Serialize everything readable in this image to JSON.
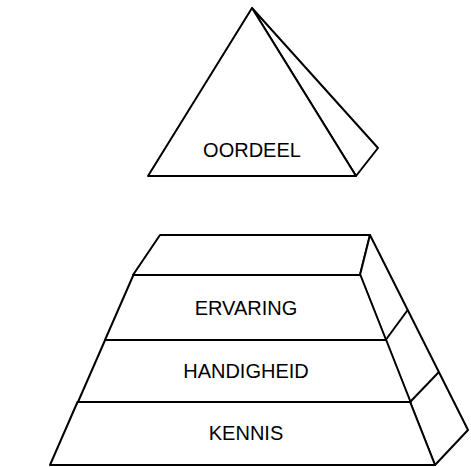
{
  "diagram": {
    "nodes": [
      {
        "text": [
          "OORDEEL"
        ]
      },
      {
        "text": [
          "ERVARING"
        ]
      },
      {
        "text": [
          "HANDIGHEID"
        ]
      },
      {
        "text": [
          "KENNIS"
        ]
      }
    ]
  }
}
